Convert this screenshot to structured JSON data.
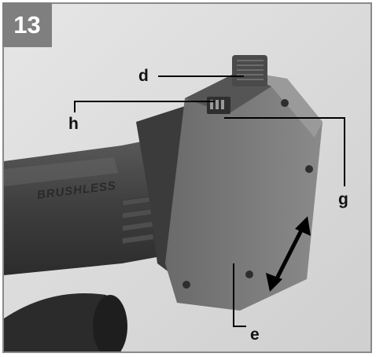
{
  "figure": {
    "number": "13",
    "brand_text": "BRUSHLESS"
  },
  "callouts": {
    "d": "d",
    "h": "h",
    "g": "g",
    "e": "e"
  },
  "colors": {
    "badge": "#7f7f7f",
    "background": "#d9d9d9",
    "border": "#8a8a8a"
  },
  "icons": [
    "double-arrow-icon"
  ]
}
